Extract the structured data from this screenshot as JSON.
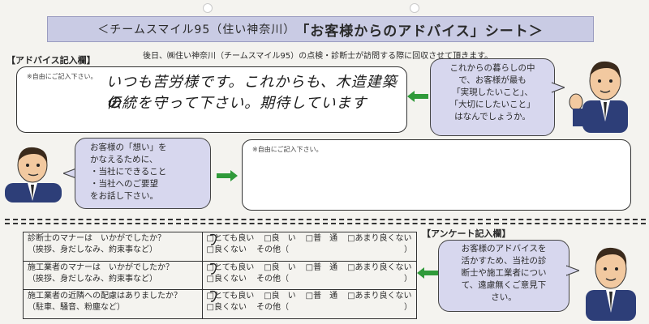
{
  "title": {
    "prefix": "＜チームスマイル95（住い神奈川）",
    "main": "「お客様からのアドバイス」シート＞"
  },
  "advice_section": {
    "label": "【アドバイス記入欄】",
    "notice": "後日、㈱住い神奈川（チームスマイル95）の点検・診断士が訪問する際に回収させて頂きます。",
    "hint": "※自由にご記入下さい。",
    "handwritten_line1": "いつも苦労様です。これからも、木造建築の",
    "handwritten_line2": "伝統を守って下さい。期待しています"
  },
  "speech_right": {
    "lines": [
      "これからの暮らしの中",
      "で、お客様が最も",
      "「実現したいこと」、",
      "「大切にしたいこと」",
      "はなんでしょうか。"
    ]
  },
  "speech_left": {
    "lines": [
      "お客様の「想い」を",
      "かなえるために、",
      "・当社にできること",
      "・当社へのご要望",
      "をお話し下さい。"
    ]
  },
  "wish_box": {
    "hint": "※自由にご記入下さい。"
  },
  "survey": {
    "label": "【アンケート記入欄】",
    "questions": [
      {
        "line1": "診断士のマナーは　いかがでしたか？",
        "line2": "（挨拶、身だしなみ、約束事など）"
      },
      {
        "line1": "施工業者のマナーは　いかがでしたか？",
        "line2": "（挨拶、身だしなみ、約束事など）"
      },
      {
        "line1": "施工業者の近隣への配慮はありましたか？",
        "line2": "（駐車、騒音、粉塵など）"
      }
    ],
    "options_row1": [
      "□とても良い",
      "□良　い",
      "□普　通",
      "□あまり良くない"
    ],
    "options_row2": [
      "□良くない",
      "その他（",
      "）"
    ],
    "speech_lines": [
      "お客様のアドバイスを",
      "活かすため、当社の診",
      "断士や施工業者につい",
      "て、遠慮無くご意見下",
      "さい。"
    ]
  },
  "colors": {
    "banner": "#c9cbe4",
    "speech_fill": "#d7d7ee",
    "arrow_green": "#2f9a3a",
    "suit": "#2d3e78"
  }
}
